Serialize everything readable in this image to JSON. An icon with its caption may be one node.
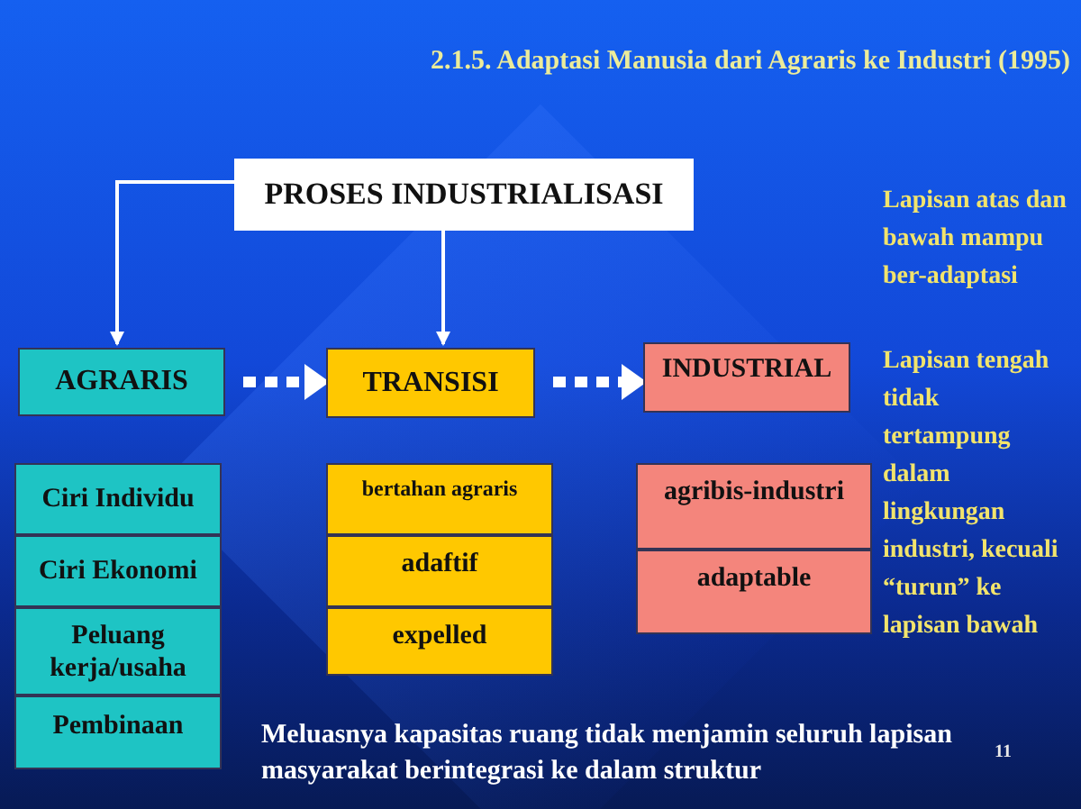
{
  "diagram": {
    "title": "2.1.5. Adaptasi Manusia dari Agraris ke Industri (1995)",
    "nodes": [
      {
        "text": [
          "PROSES INDUSTRIALISASI"
        ]
      },
      {
        "text": [
          "AGRARIS"
        ]
      },
      {
        "text": [
          "TRANSISI"
        ]
      },
      {
        "text": [
          "INDUSTRIAL"
        ]
      },
      {
        "text": [
          "Ciri Individu"
        ]
      },
      {
        "text": [
          "Ciri Ekonomi"
        ]
      },
      {
        "text": [
          "Peluang kerja/usaha"
        ]
      },
      {
        "text": [
          "Pembinaan"
        ]
      },
      {
        "text": [
          "bertahan  agraris"
        ]
      },
      {
        "text": [
          "adaftif"
        ]
      },
      {
        "text": [
          "expelled"
        ]
      },
      {
        "text": [
          "agribis-industri"
        ]
      },
      {
        "text": [
          "adaptable"
        ]
      }
    ],
    "edges": [
      {
        "from": 0,
        "to": 1,
        "arrow": "to"
      },
      {
        "from": 0,
        "to": 2,
        "arrow": "to"
      },
      {
        "from": 1,
        "to": 2,
        "arrow": "to",
        "style": "dashed"
      },
      {
        "from": 2,
        "to": 3,
        "arrow": "to",
        "style": "dashed"
      }
    ],
    "labels": [
      "Lapisan atas dan bawah mampu ber-adaptasi",
      "Lapisan tengah tidak tertampung dalam lingkungan industri, kecuali “turun” ke lapisan bawah",
      "Meluasnya kapasitas ruang tidak menjamin seluruh lapisan masyarakat berintegrasi ke dalam struktur",
      "11"
    ]
  }
}
